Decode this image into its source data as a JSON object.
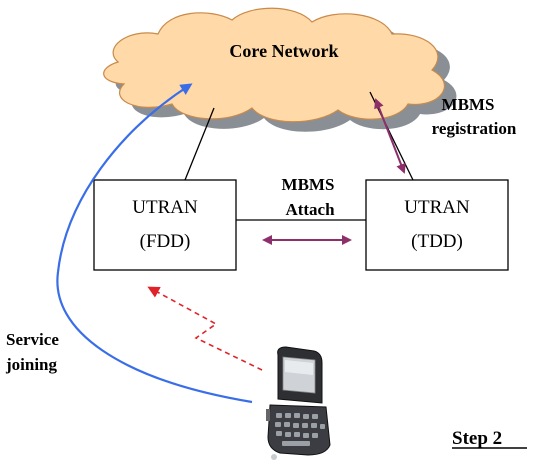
{
  "core_network": {
    "label": "Core Network"
  },
  "utran_fdd": {
    "line1": "UTRAN",
    "line2": "(FDD)"
  },
  "utran_tdd": {
    "line1": "UTRAN",
    "line2": "(TDD)"
  },
  "labels": {
    "mbms_registration_1": "MBMS",
    "mbms_registration_2": "registration",
    "mbms_attach_1": "MBMS",
    "mbms_attach_2": "Attach",
    "service_joining_1": "Service",
    "service_joining_2": "joining",
    "step": "Step 2"
  },
  "colors": {
    "cloud_fill": "#ffd9a8",
    "cloud_shadow": "#8a8f96",
    "service_arrow": "#3a6ee8",
    "mbms_arrow": "#8c2f6a",
    "radio_link": "#e0232a"
  },
  "icons": {
    "phone": "smartphone-icon"
  }
}
